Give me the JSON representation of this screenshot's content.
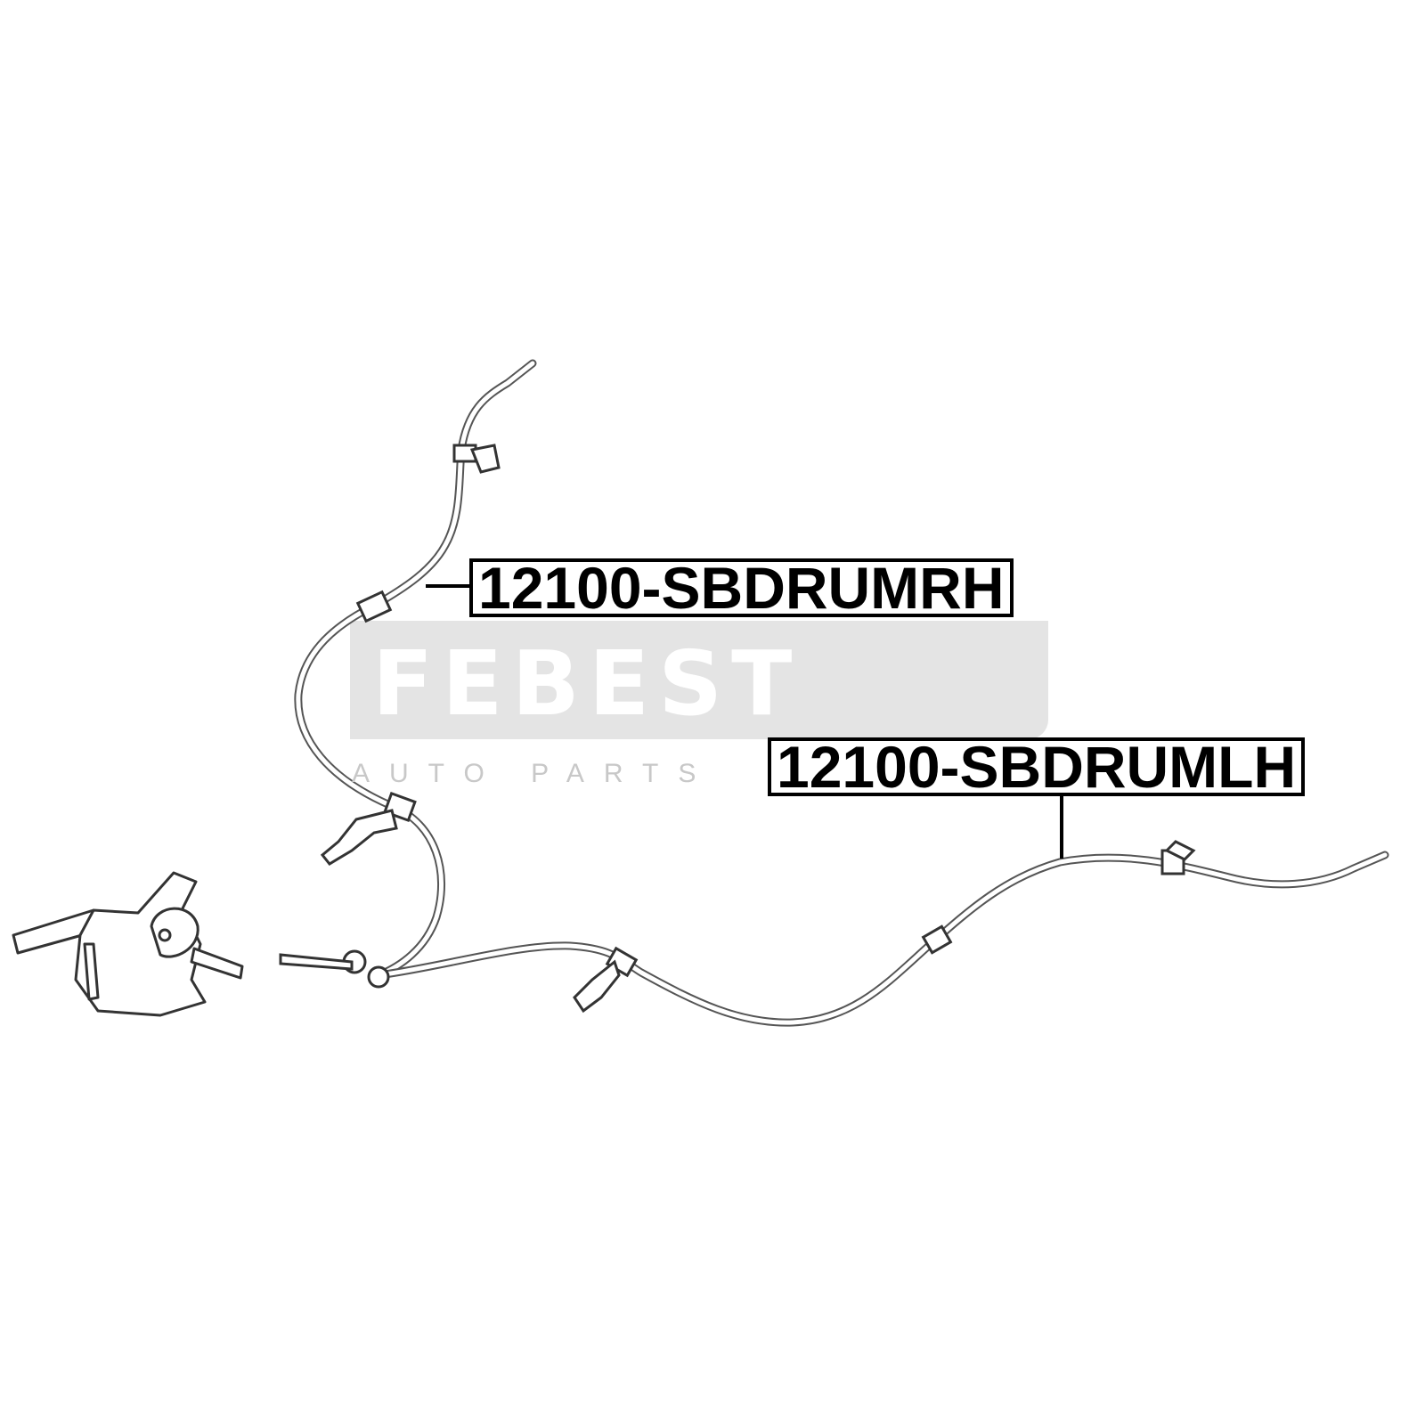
{
  "watermark": {
    "brand": "FEBEST",
    "tagline": "AUTO PARTS"
  },
  "labels": {
    "right_cable": "12100-SBDRUMRH",
    "left_cable": "12100-SBDRUMLH"
  }
}
